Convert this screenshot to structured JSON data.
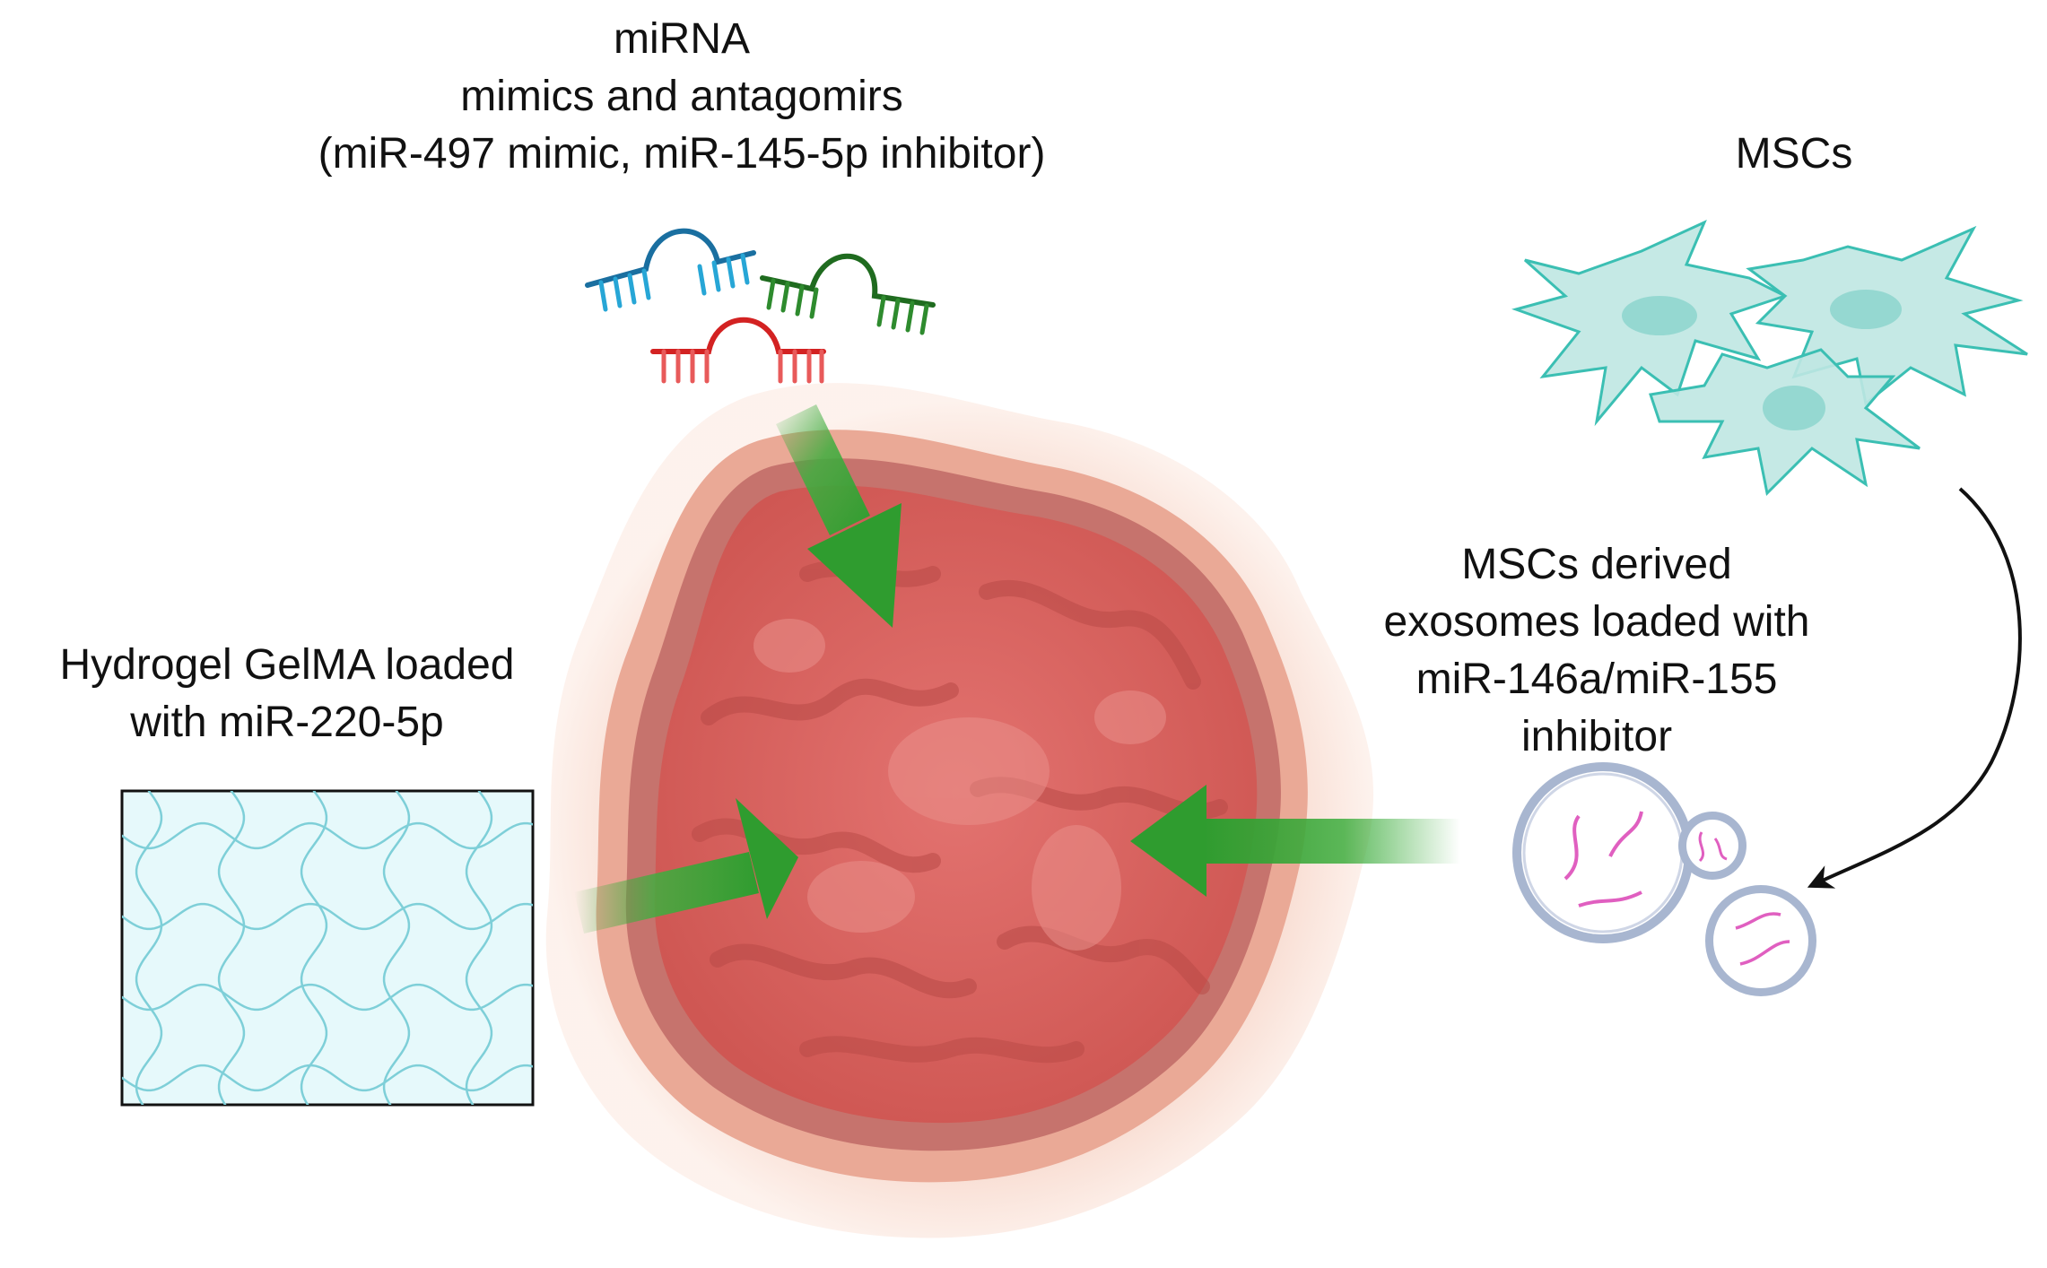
{
  "labels": {
    "mirna": [
      "miRNA",
      "mimics and antagomirs",
      "(miR-497 mimic, miR-145-5p inhibitor)"
    ],
    "mscs": "MSCs",
    "hydrogel": [
      "Hydrogel GelMA loaded",
      "with miR-220-5p"
    ],
    "exosomes": [
      "MSCs derived",
      "exosomes loaded with",
      "miR-146a/miR-155",
      "inhibitor"
    ]
  },
  "colors": {
    "mirna_strands": [
      "#1a6fa0",
      "#1f6b1f",
      "#d32222"
    ],
    "arrow": "#3fae3f",
    "wound_core": "#d9625e",
    "wound_halo": "#f6d2c4",
    "cell_fill": "#bfe7e2",
    "cell_stroke": "#3bbfb3",
    "hydrogel_fill": "#e6f9fb",
    "hydrogel_lines": "#7ecfd8",
    "vesicle_ring": "#a8b6d0",
    "vesicle_cargo": "#e05fc0"
  }
}
